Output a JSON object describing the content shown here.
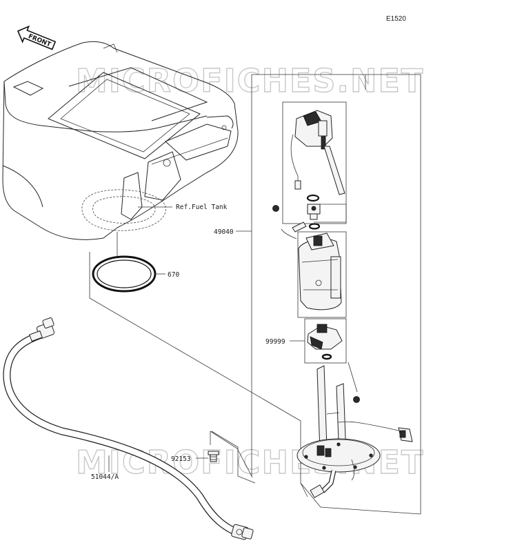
{
  "figure_code": "E1520",
  "direction_label": "FRONT",
  "watermark": "MICROFICHES.NET",
  "reference_label": "Ref.Fuel Tank",
  "parts": {
    "fuel_pump_assy": "49040",
    "gasket": "670",
    "filter": "99999",
    "bolt": "92153",
    "hose": "51044/A"
  }
}
